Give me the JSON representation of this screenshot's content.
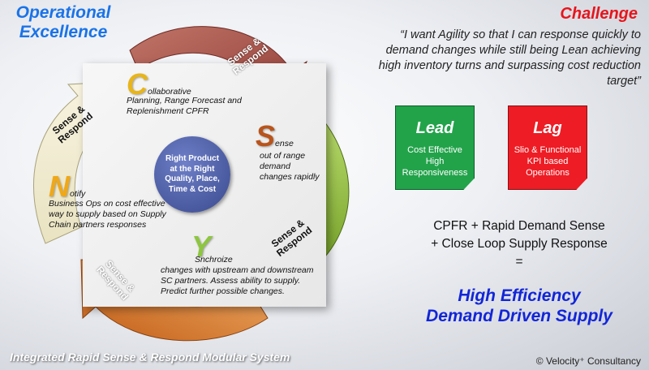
{
  "header": {
    "title_line1": "Operational",
    "title_line2": "Excellence",
    "challenge_title": "Challenge",
    "challenge_quote": "“I want Agility so that I can response quickly to demand changes while still being Lean achieving high inventory turns and surpassing cost reduction target”"
  },
  "cycle": {
    "arrow_label": "Sense & Respond",
    "center_text": "Right Product at the Right Quality, Place, Time & Cost",
    "c": {
      "letter": "C",
      "line1": "ollaborative",
      "rest": "Planning, Range Forecast and Replenishment CPFR",
      "color": "#e8b51a"
    },
    "s": {
      "letter": "S",
      "line1": "ense",
      "rest": "out of range demand changes rapidly",
      "color": "#b9541b"
    },
    "y": {
      "letter": "Y",
      "line1": "nchroize",
      "rest": "changes with upstream and downstream SC partners. Assess ability to supply. Predict further possible changes.",
      "color": "#8dc63f",
      "prefix": "S"
    },
    "n": {
      "letter": "N",
      "line1": "otify",
      "rest": "Business Ops on cost effective way to supply based on Supply Chain partners responses",
      "color": "#f0a818"
    }
  },
  "boxes": {
    "lead": {
      "title": "Lead",
      "text": "Cost Effective High Responsiveness"
    },
    "lag": {
      "title": "Lag",
      "text": "Slio & Functional KPI based Operations"
    }
  },
  "equation": {
    "line1": "CPFR + Rapid Demand Sense",
    "line2": "+ Close Loop Supply Response",
    "equals": "="
  },
  "result": {
    "line1": "High Efficiency",
    "line2": "Demand Driven Supply"
  },
  "footer": {
    "left": "Integrated Rapid Sense & Respond Modular System",
    "right": "© Velocity⁺ Consultancy"
  }
}
